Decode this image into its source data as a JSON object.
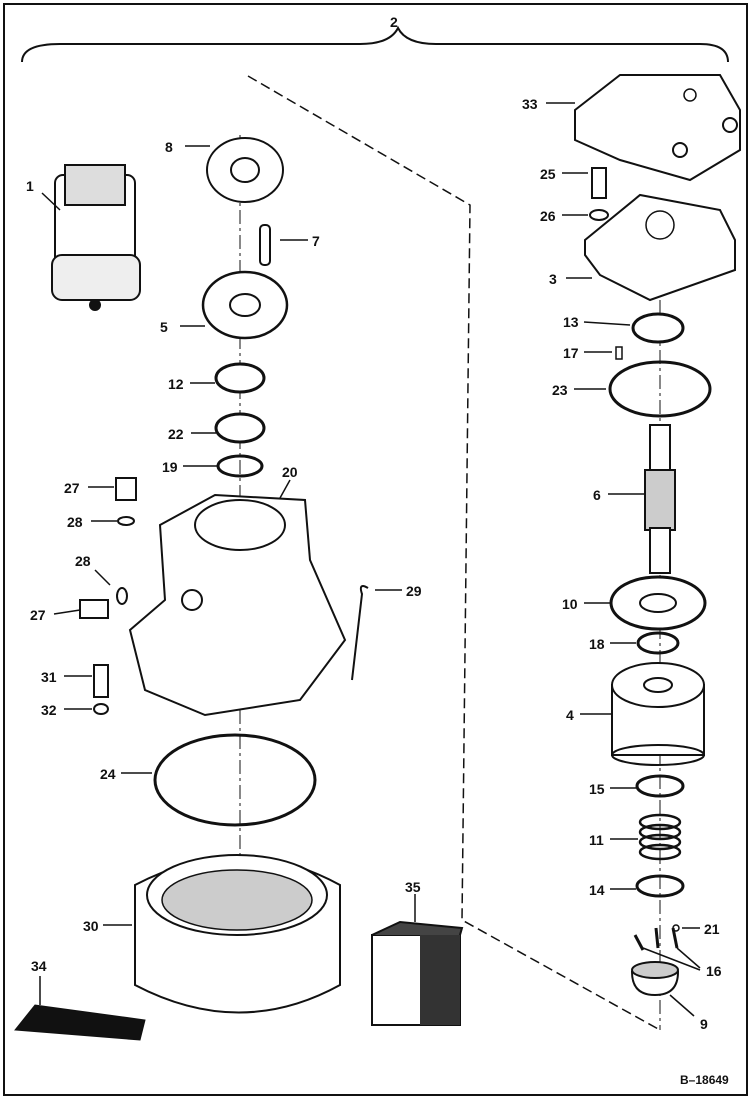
{
  "figure_ref": "B–18649",
  "callouts": {
    "c1": "1",
    "c2": "2",
    "c3": "3",
    "c4": "4",
    "c5": "5",
    "c6": "6",
    "c7": "7",
    "c8": "8",
    "c9": "9",
    "c10": "10",
    "c11": "11",
    "c12": "12",
    "c13": "13",
    "c14": "14",
    "c15": "15",
    "c16": "16",
    "c17": "17",
    "c18": "18",
    "c19": "19",
    "c20": "20",
    "c21": "21",
    "c22": "22",
    "c23": "23",
    "c24": "24",
    "c25": "25",
    "c26": "26",
    "c27a": "27",
    "c27b": "27",
    "c28a": "28",
    "c28b": "28",
    "c29": "29",
    "c30": "30",
    "c31": "31",
    "c32": "32",
    "c33": "33",
    "c34": "34",
    "c35": "35"
  },
  "colors": {
    "ink": "#111111",
    "paper": "#ffffff",
    "shade": "#555555"
  }
}
